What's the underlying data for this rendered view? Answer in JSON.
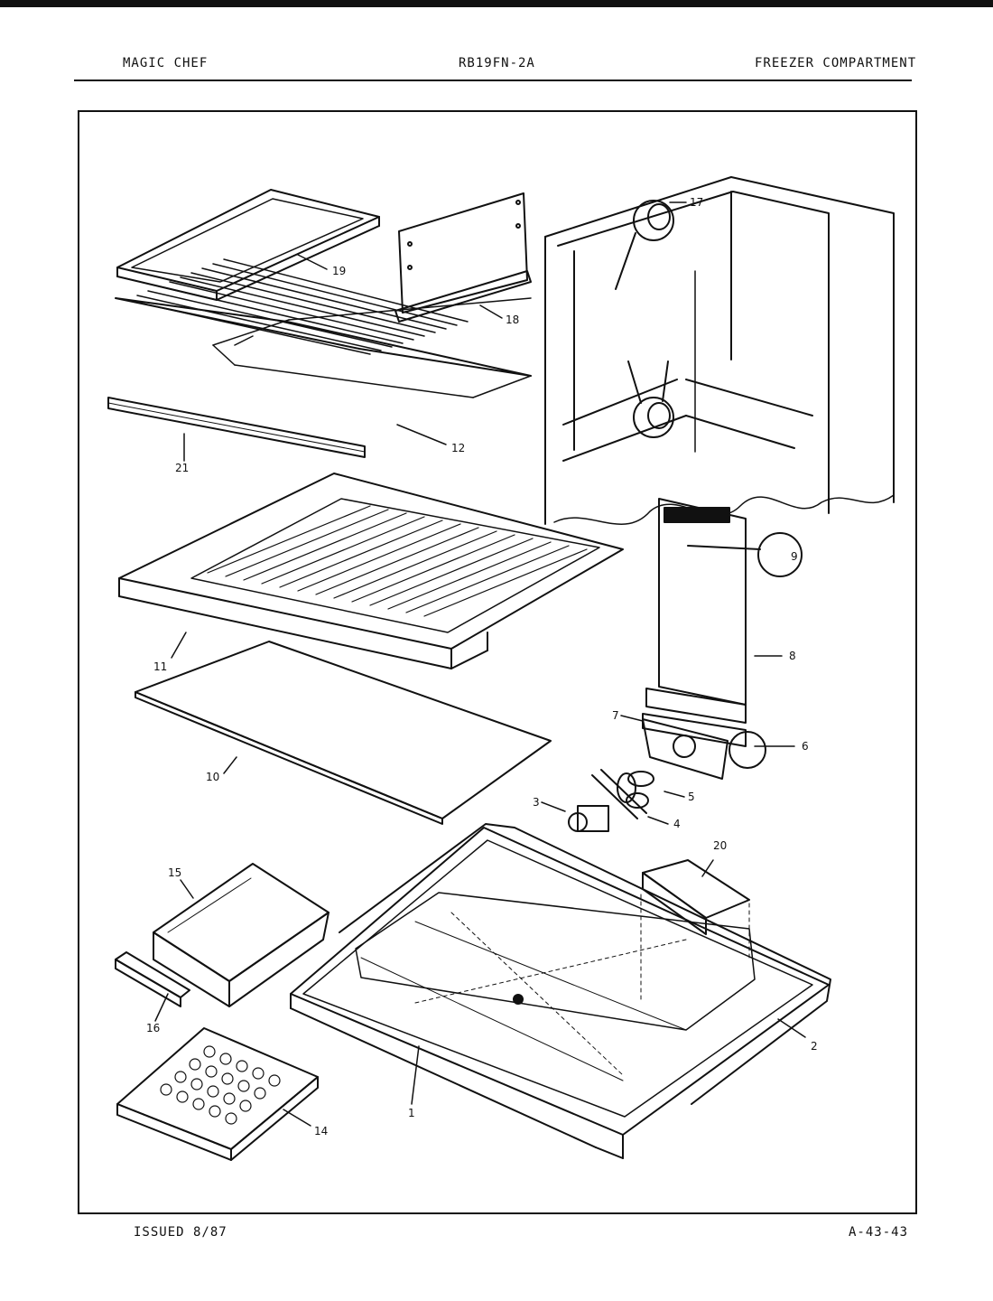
{
  "header": {
    "brand": "MAGIC CHEF",
    "model": "RB19FN-2A",
    "section": "FREEZER COMPARTMENT"
  },
  "footer": {
    "issued": "ISSUED 8/87",
    "page_code": "A-43-43"
  },
  "callouts": {
    "c1": "1",
    "c2": "2",
    "c3": "3",
    "c4": "4",
    "c5": "5",
    "c6": "6",
    "c7": "7",
    "c8": "8",
    "c9": "9",
    "c10": "10",
    "c11": "11",
    "c12": "12",
    "c14": "14",
    "c15": "15",
    "c16": "16",
    "c17": "17",
    "c18": "18",
    "c19": "19",
    "c20": "20",
    "c21": "21"
  }
}
